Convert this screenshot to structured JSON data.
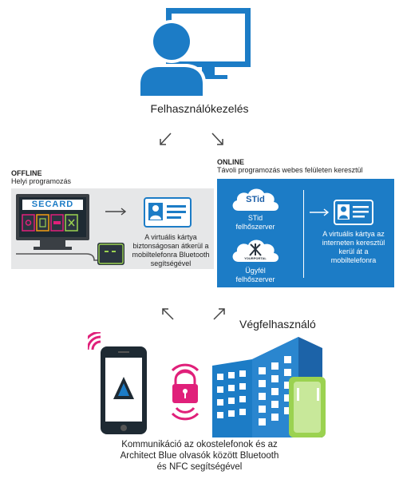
{
  "top": {
    "label": "Felhasználókezelés"
  },
  "offline": {
    "title": "OFFLINE",
    "subtitle": "Helyi programozás",
    "screen_brand": "SECARD",
    "description": "A virtuális kártya biztonságosan átkerül a mobiltelefonra Bluetooth segítségével"
  },
  "online": {
    "title": "ONLINE",
    "subtitle": "Távoli programozás webes felületen keresztül",
    "cloud1_logo": "STid",
    "cloud1_label": "STid felhőszerver",
    "cloud2_logo": "YOURPORTAL",
    "cloud2_label": "Ügyfél felhőszerver",
    "description": "A virtuális kártya az interneten keresztül kerül át a mobiltelefonra"
  },
  "enduser": {
    "label": "Végfelhasználó"
  },
  "bottom": {
    "caption": "Kommunikáció az okostelefonok és az Architect Blue olvasók között Bluetooth és NFC segítségével"
  },
  "colors": {
    "blue": "#1c7cc6",
    "grey_panel": "#e6e7e8",
    "magenta": "#e0207a",
    "green": "#9bd250",
    "dark": "#1e2a33"
  }
}
